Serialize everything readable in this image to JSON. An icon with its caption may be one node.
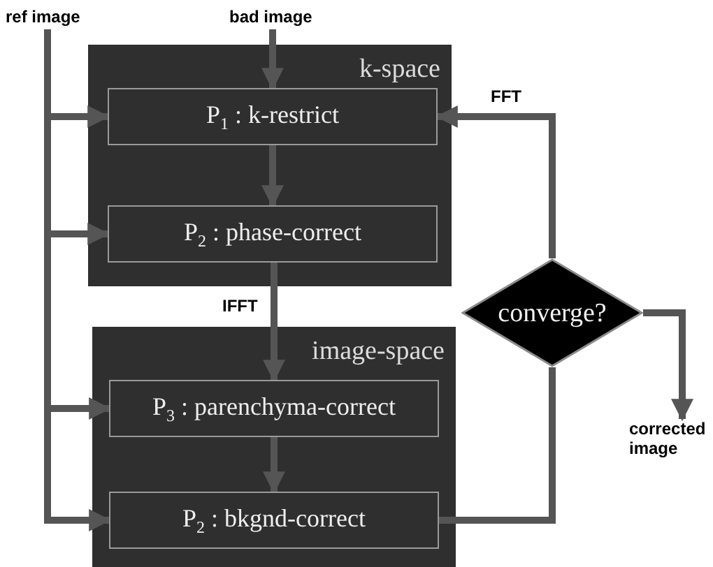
{
  "diagram": {
    "nodes": [
      {
        "text": [
          "ref image"
        ]
      },
      {
        "text": [
          "bad image"
        ]
      },
      {
        "text": [
          "k-space"
        ]
      },
      {
        "text": [
          "P$_{1}$ : k-restrict"
        ],
        "in": 2
      },
      {
        "text": [
          "P$_{2}$ : phase-correct"
        ],
        "in": 2
      },
      {
        "text": [
          "image-space"
        ]
      },
      {
        "text": [
          "P$_{3}$ : parenchyma-correct"
        ],
        "in": 5
      },
      {
        "text": [
          "P$_{2}$ : bkgnd-correct"
        ],
        "in": 5
      },
      {
        "text": [
          "converge?"
        ]
      },
      {
        "text": [
          "corrected image"
        ]
      }
    ],
    "edges": [
      {
        "from": 0,
        "to": 3,
        "arrow": "to"
      },
      {
        "from": 0,
        "to": 4,
        "arrow": "to"
      },
      {
        "from": 0,
        "to": 6,
        "arrow": "to"
      },
      {
        "from": 0,
        "to": 7,
        "arrow": "to"
      },
      {
        "from": 1,
        "to": 3,
        "arrow": "to"
      },
      {
        "from": 3,
        "to": 4,
        "arrow": "to"
      },
      {
        "from": 4,
        "to": 6,
        "arrow": "to",
        "label": "IFFT"
      },
      {
        "from": 6,
        "to": 7,
        "arrow": "to"
      },
      {
        "from": 7,
        "to": 8,
        "arrow": "none"
      },
      {
        "from": 8,
        "to": 3,
        "arrow": "to",
        "label": "FFT"
      },
      {
        "from": 8,
        "to": 9,
        "arrow": "to"
      }
    ]
  }
}
